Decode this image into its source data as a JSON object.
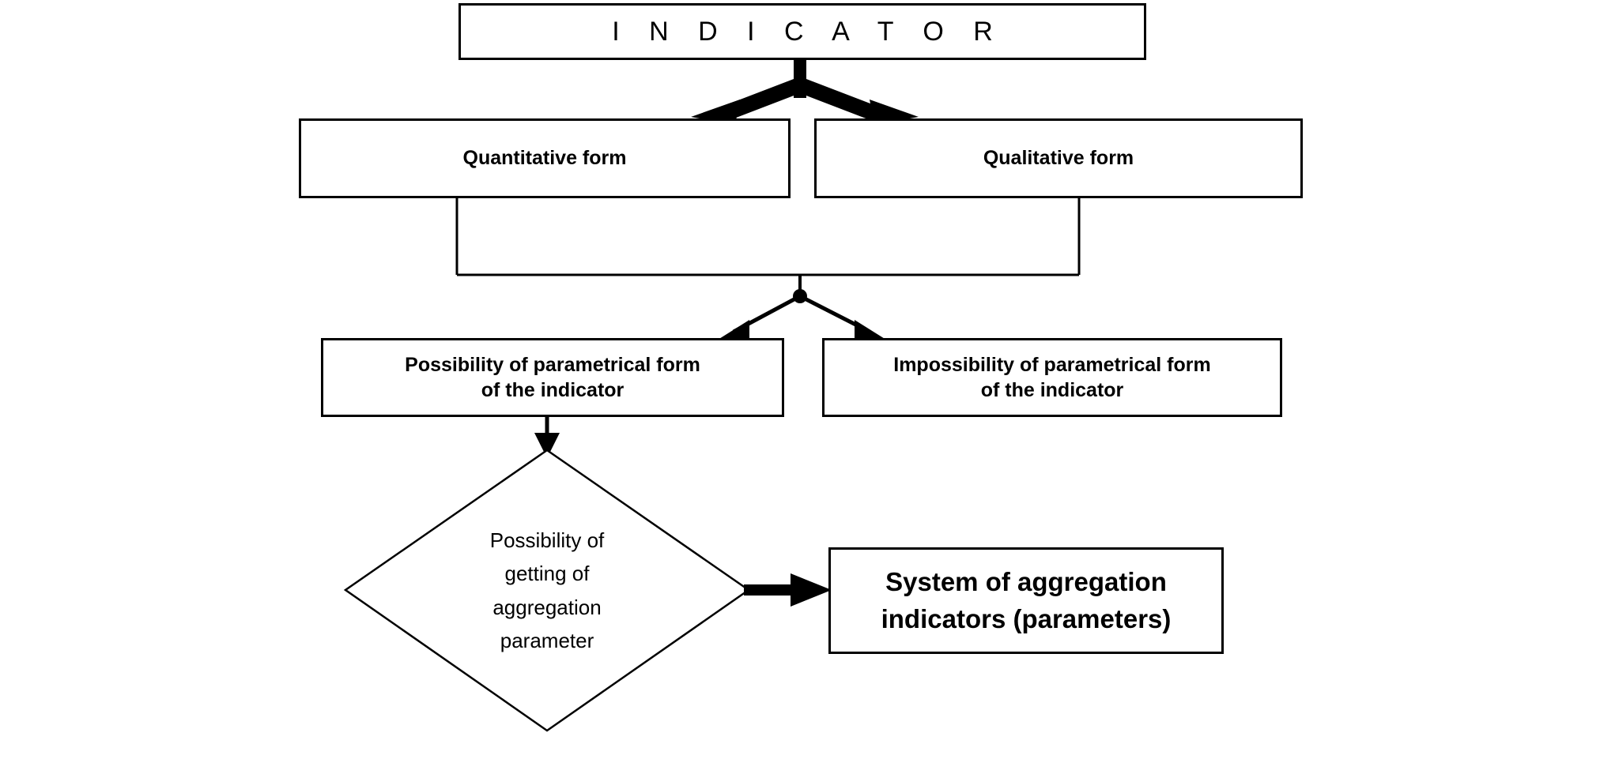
{
  "diagram": {
    "title": "Indicator classification flow chart",
    "type": "flowchart",
    "background_color": "#ffffff",
    "line_color": "#000000",
    "text_color": "#000000"
  },
  "nodes": {
    "indicator": {
      "label": "I N D I C A T O R",
      "shape": "rectangle"
    },
    "quantitative": {
      "label": "Quantitative form",
      "shape": "rectangle"
    },
    "qualitative": {
      "label": "Qualitative form",
      "shape": "rectangle"
    },
    "possibility_param": {
      "label": "Possibility of parametrical form\nof the indicator",
      "shape": "rectangle"
    },
    "impossibility_param": {
      "label": "Impossibility of parametrical form\nof the indicator",
      "shape": "rectangle"
    },
    "diamond_decision": {
      "label": "Possibility of\ngetting of\naggregation\nparameter",
      "shape": "diamond"
    },
    "system_aggregation": {
      "label": "System of aggregation\nindicators (parameters)",
      "shape": "rectangle"
    }
  },
  "edges": [
    {
      "from": "indicator",
      "to": "quantitative",
      "style": "thick-arrow"
    },
    {
      "from": "indicator",
      "to": "qualitative",
      "style": "thick-arrow"
    },
    {
      "from": "quantitative",
      "to": "merge-junction",
      "style": "thin-line"
    },
    {
      "from": "qualitative",
      "to": "merge-junction",
      "style": "thin-line"
    },
    {
      "from": "merge-junction",
      "to": "possibility_param",
      "style": "thin-arrow"
    },
    {
      "from": "merge-junction",
      "to": "impossibility_param",
      "style": "thin-arrow"
    },
    {
      "from": "possibility_param",
      "to": "diamond_decision",
      "style": "thin-arrow"
    },
    {
      "from": "diamond_decision",
      "to": "system_aggregation",
      "style": "thick-arrow"
    }
  ]
}
